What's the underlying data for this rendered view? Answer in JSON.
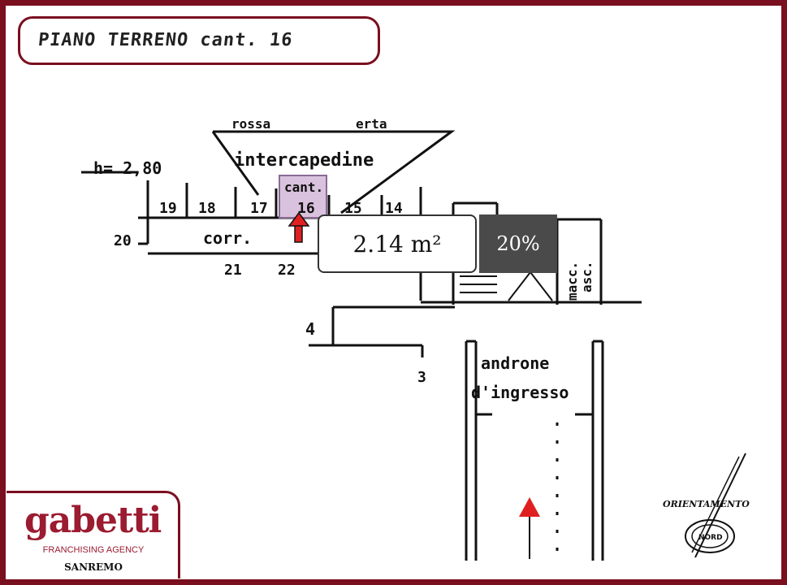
{
  "title": "PIANO TERRENO cant. 16",
  "labels": {
    "road_left": "rossa",
    "road_right": "erta",
    "intercapedine": "intercapedine",
    "height": "h= 2,80",
    "cant": "cant.",
    "cant_num": "16",
    "n19": "19",
    "n18": "18",
    "n17": "17",
    "n15": "15",
    "n14": "14",
    "n20": "20",
    "corr": "corr.",
    "n21": "21",
    "n22": "22",
    "macc": "macc.",
    "asc": "asc.",
    "n4": "4",
    "n3": "3",
    "androne": "androne",
    "ingresso": "d'ingresso",
    "orientamento": "ORIENTAMENTO",
    "nord": "NORD"
  },
  "badge": {
    "area": "2.14 m²",
    "percent": "20%"
  },
  "logo": {
    "name": "gabetti",
    "subtitle": "FRANCHISING AGENCY",
    "city": "SANREMO"
  },
  "colors": {
    "border": "#7a0f1f",
    "highlight": "#d9c2de",
    "arrow_red": "#e02020",
    "badge_dark": "#4a4a4a"
  }
}
